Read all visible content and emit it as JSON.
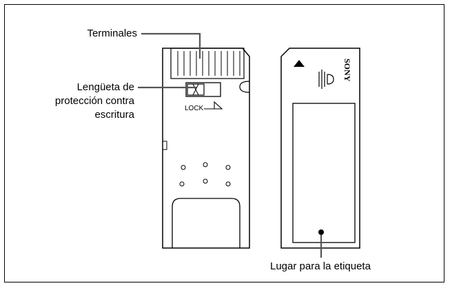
{
  "labels": {
    "terminals": "Terminales",
    "write_protect_line1": "Lengüeta de",
    "write_protect_line2": "protección contra",
    "write_protect_line3": "escritura",
    "label_area": "Lugar para la etiqueta"
  },
  "card_back": {
    "lock_text": "LOCK"
  },
  "card_front": {
    "brand": "SONY"
  },
  "colors": {
    "line": "#000000",
    "leader": "#555555",
    "background": "#ffffff"
  }
}
